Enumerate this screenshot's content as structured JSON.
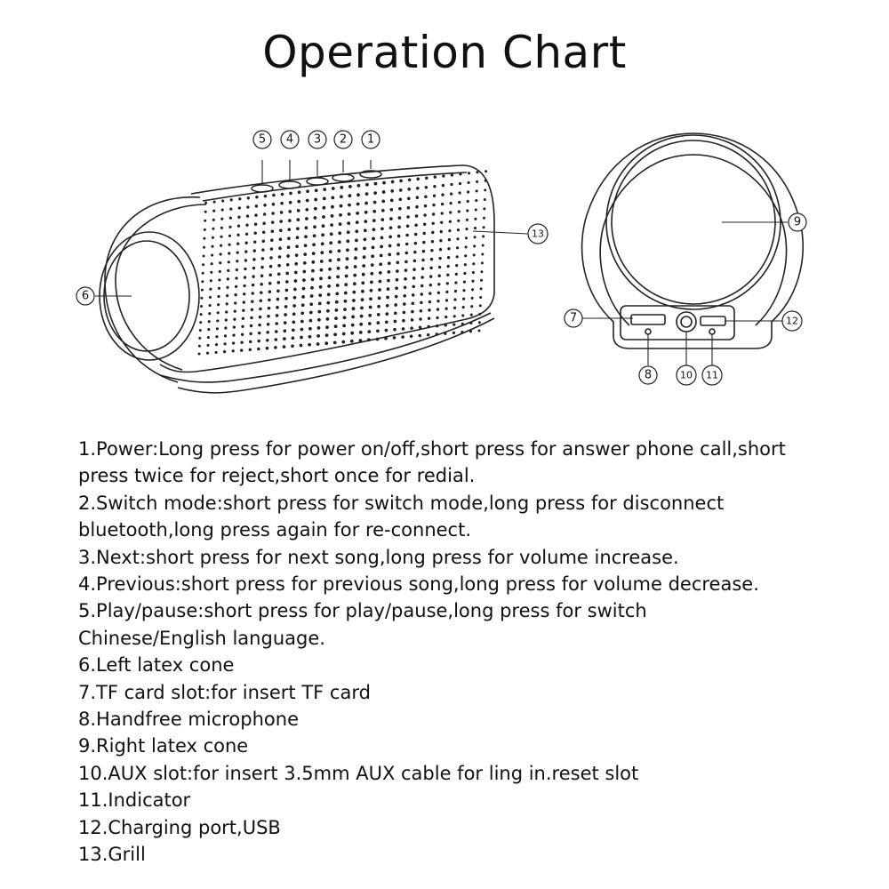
{
  "title": "Operation Chart",
  "callout_numbers": [
    "1",
    "2",
    "3",
    "4",
    "5",
    "6",
    "7",
    "8",
    "9",
    "10",
    "11",
    "12",
    "13"
  ],
  "instructions": [
    "1.Power:Long press for power on/off,short press for answer phone call,short",
    "press twice for reject,short once for redial.",
    "2.Switch mode:short press for switch mode,long press for disconnect",
    "bluetooth,long press again for re-connect.",
    "3.Next:short press for next song,long press for volume increase.",
    "4.Previous:short press for previous song,long press for volume decrease.",
    "5.Play/pause:short press for play/pause,long press for switch",
    "Chinese/English language.",
    "6.Left latex cone",
    "7.TF card slot:for insert TF card",
    "8.Handfree microphone",
    "9.Right latex cone",
    "10.AUX slot:for insert 3.5mm AUX cable for ling in.reset slot",
    "11.Indicator",
    "12.Charging port,USB",
    "13.Grill"
  ]
}
